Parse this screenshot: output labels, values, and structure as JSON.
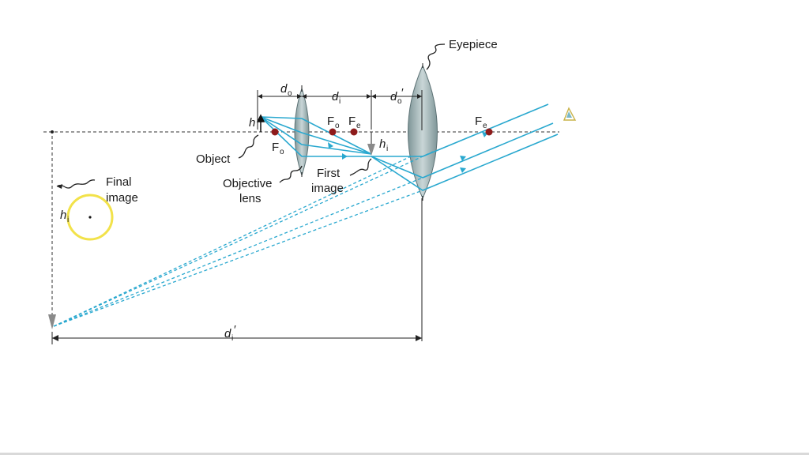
{
  "diagram": {
    "labels": {
      "eyepiece": "Eyepiece",
      "object": "Object",
      "objective_lens_1": "Objective",
      "objective_lens_2": "lens",
      "first_image_1": "First",
      "first_image_2": "image",
      "final_image_1": "Final",
      "final_image_2": "image",
      "h": "h",
      "hi": "h",
      "hi_sub": "i",
      "hi_final": "h",
      "hi_final_sub": "i",
      "do": "d",
      "do_sub": "o",
      "di": "d",
      "di_sub": "i",
      "do_prime": "d",
      "do_prime_sub": "o",
      "do_prime_mark": "′",
      "di_prime": "d",
      "di_prime_sub": "i",
      "di_prime_mark": "′",
      "fo_left": "F",
      "fo_left_sub": "o",
      "fo_right": "F",
      "fo_right_sub": "o",
      "fe_left": "F",
      "fe_left_sub": "e",
      "fe_right": "F",
      "fe_right_sub": "e"
    },
    "colors": {
      "ray": "#29a8cf",
      "lens_fill": "#9fb3b6",
      "focal_point": "#8e1b1b",
      "cursor_ring": "#f2e24a"
    }
  }
}
